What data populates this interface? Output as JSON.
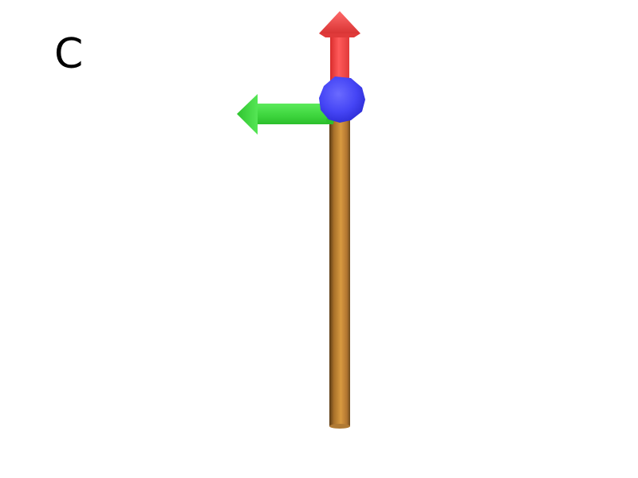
{
  "figure": {
    "panel_label": "C"
  },
  "colors": {
    "background": "#ffffff",
    "rod": "#c88a36",
    "rod_dark": "#6e4a1c",
    "up_arrow": "#ff4d4d",
    "left_arrow": "#3fdc3f",
    "sphere": "#4a4aff"
  },
  "elements": {
    "rod": "rod",
    "up_arrow": "red-arrow",
    "left_arrow": "green-arrow",
    "sphere": "blue-sphere"
  }
}
